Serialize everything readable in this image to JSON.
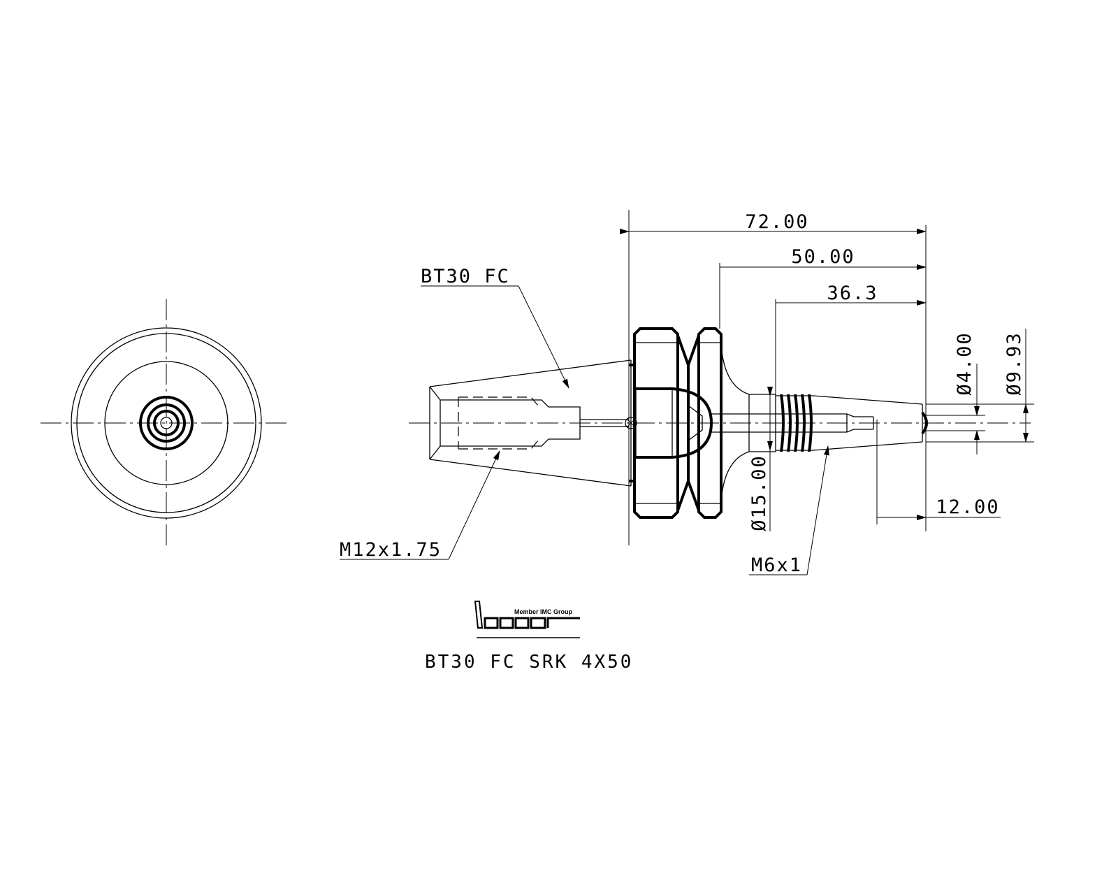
{
  "dimensions": {
    "overall_length": "72.00",
    "gauge_length": "50.00",
    "shank_length": "36.3",
    "bore_diameter": "Ø4.00",
    "outer_diameter": "Ø9.93",
    "collar_diameter": "Ø15.00",
    "tip_length": "12.00"
  },
  "callouts": {
    "taper": "BT30 FC",
    "pull_stud_thread": "M12x1.75",
    "clamp_thread": "M6x1"
  },
  "logo": {
    "tagline": "Member IMC Group",
    "wordmark": "iscar"
  },
  "part_number": "BT30 FC SRK 4X50"
}
